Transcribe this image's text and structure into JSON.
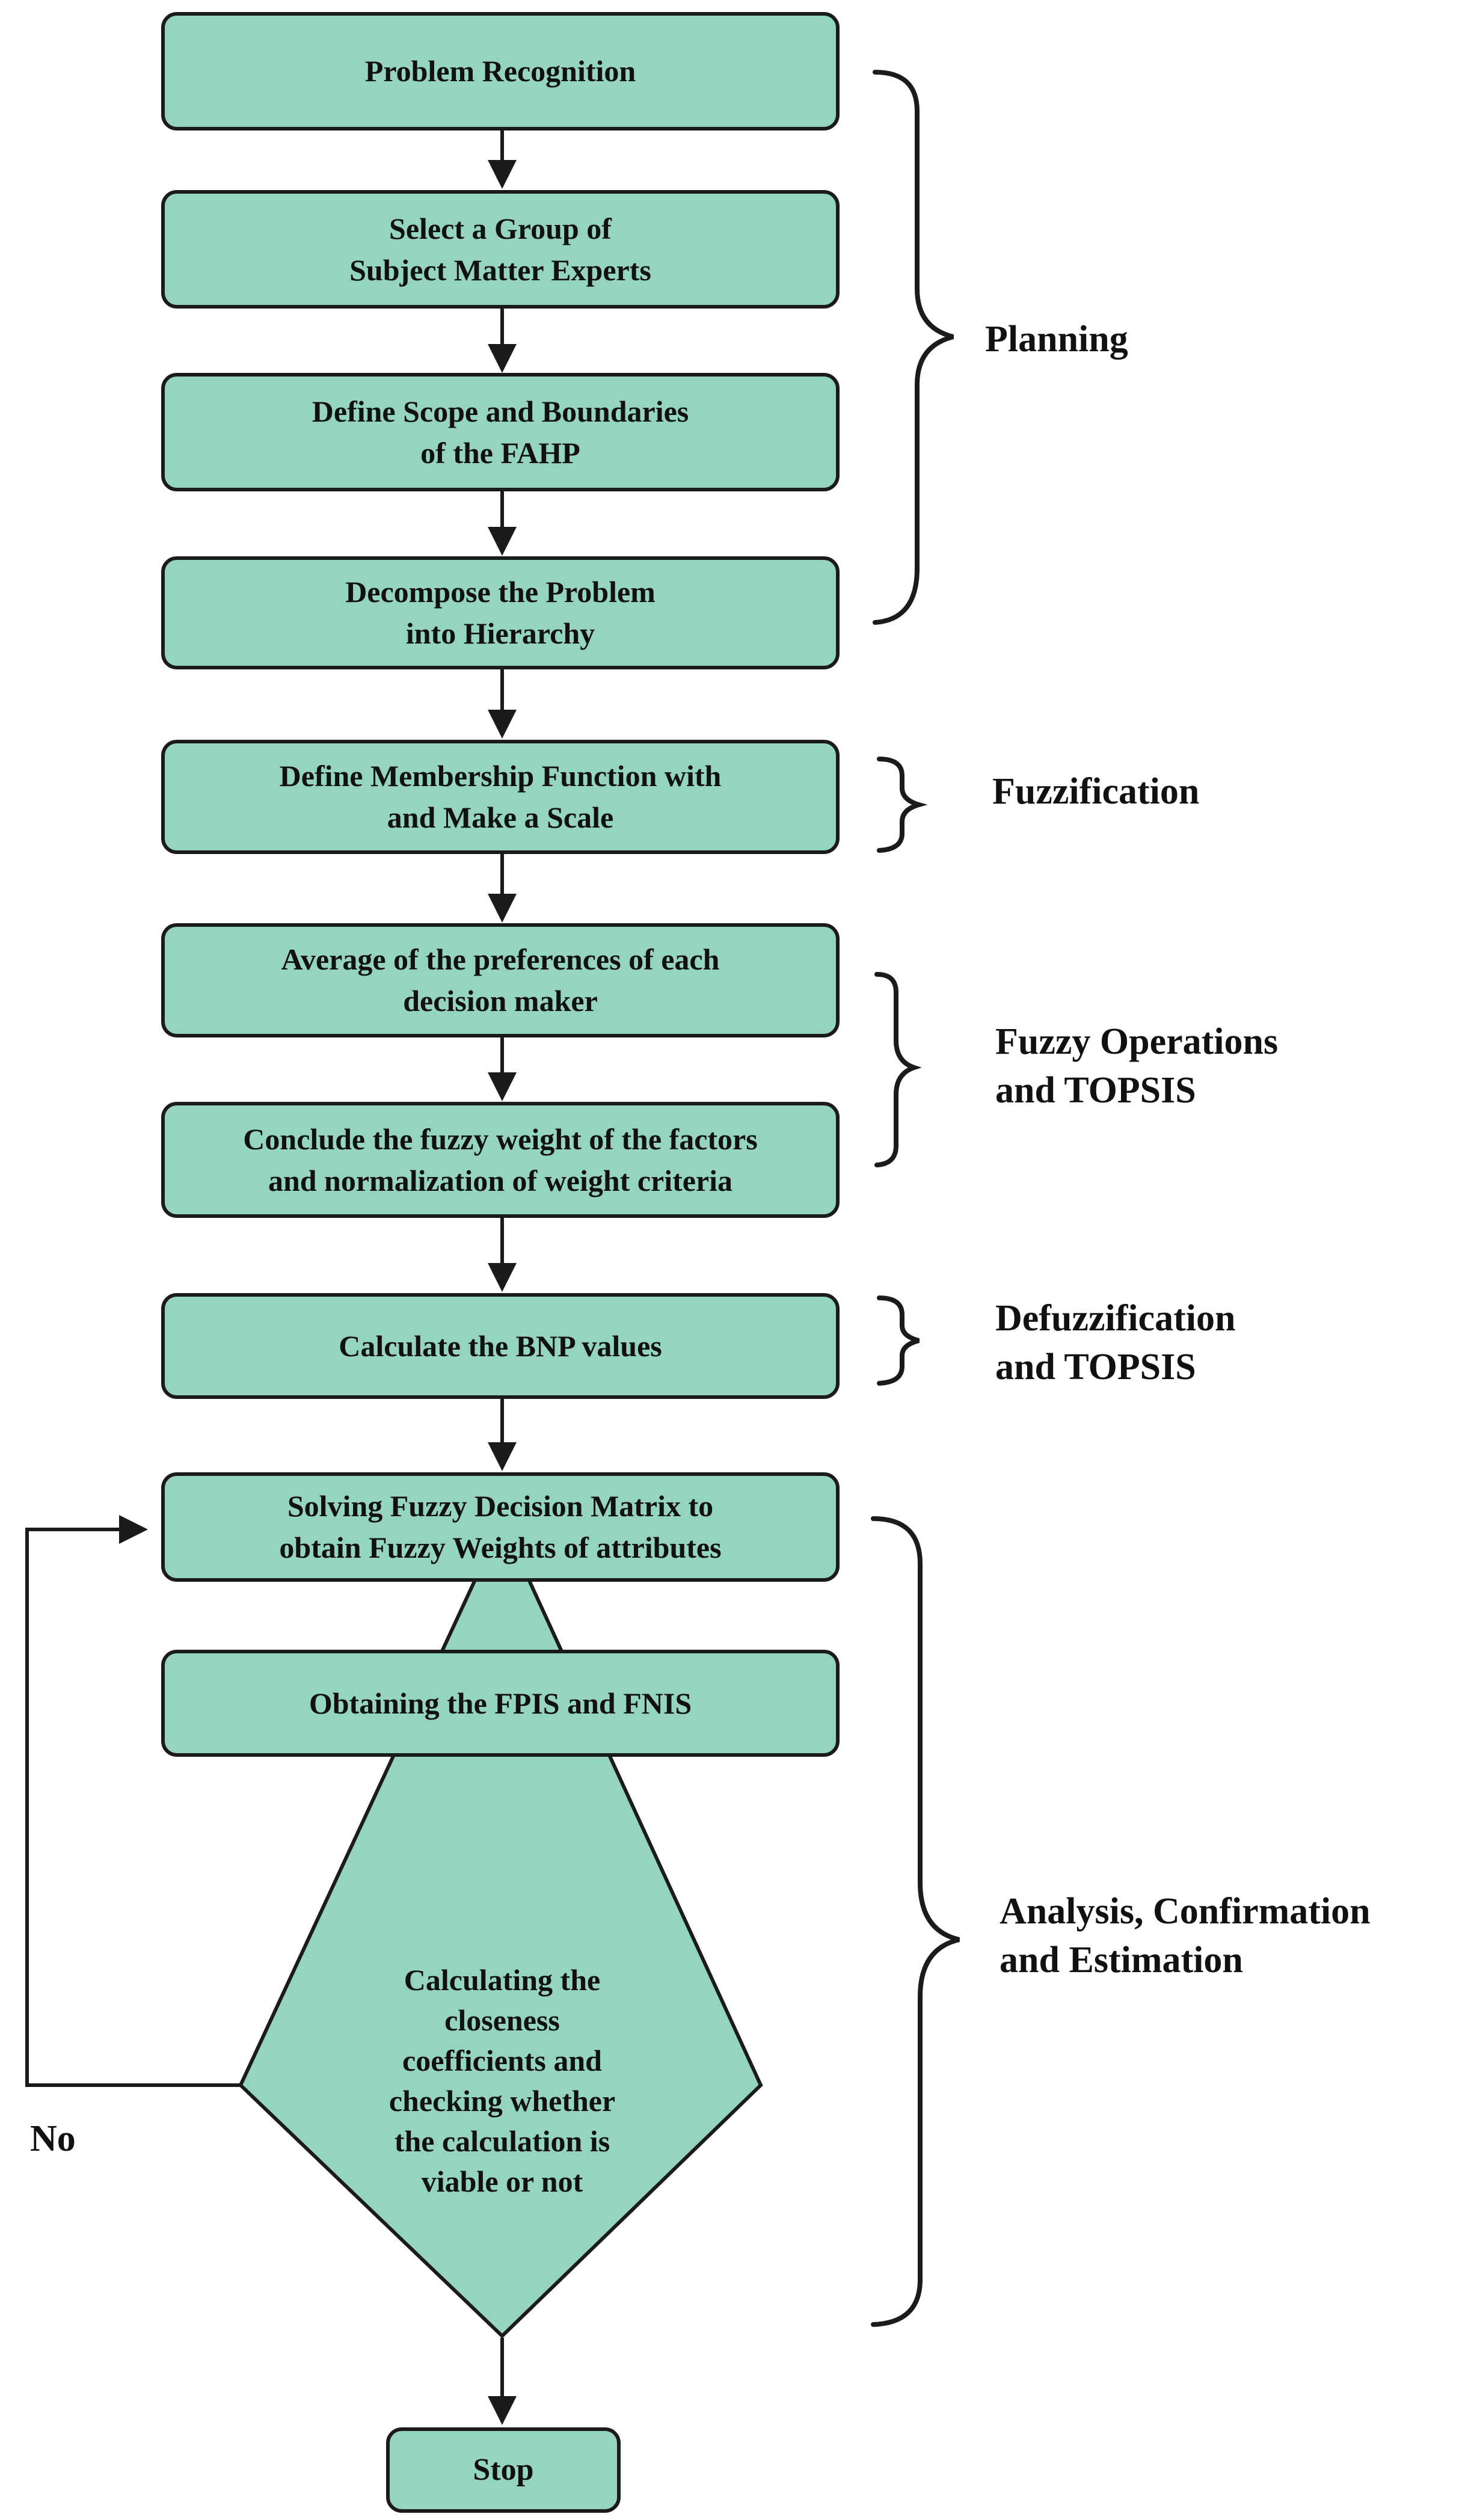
{
  "steps": {
    "problem_recognition": "Problem Recognition",
    "select_experts": "Select a Group of\nSubject Matter Experts",
    "define_scope": "Define Scope and Boundaries\nof the FAHP",
    "decompose": "Decompose the Problem\ninto Hierarchy",
    "membership": "Define Membership Function with\nand Make a Scale",
    "average": "Average of the preferences of each\ndecision maker",
    "conclude": "Conclude the fuzzy weight of the factors\nand normalization of weight criteria",
    "bnp": "Calculate the BNP values",
    "solving": "Solving Fuzzy Decision Matrix to\nobtain Fuzzy Weights of attributes",
    "fpis": "Obtaining the FPIS and FNIS",
    "decision": "Calculating the\ncloseness\ncoefficients and\nchecking whether\nthe calculation is\nviable or not",
    "stop": "Stop"
  },
  "branch_no": "No",
  "phases": {
    "planning": "Planning",
    "fuzzification": "Fuzzification",
    "fuzzy_ops": "Fuzzy Operations\nand TOPSIS",
    "defuzz": "Defuzzification\nand TOPSIS",
    "analysis": "Analysis, Confirmation\nand Estimation"
  },
  "colors": {
    "box_fill": "#96d4c2",
    "stroke": "#1b1b1b"
  }
}
